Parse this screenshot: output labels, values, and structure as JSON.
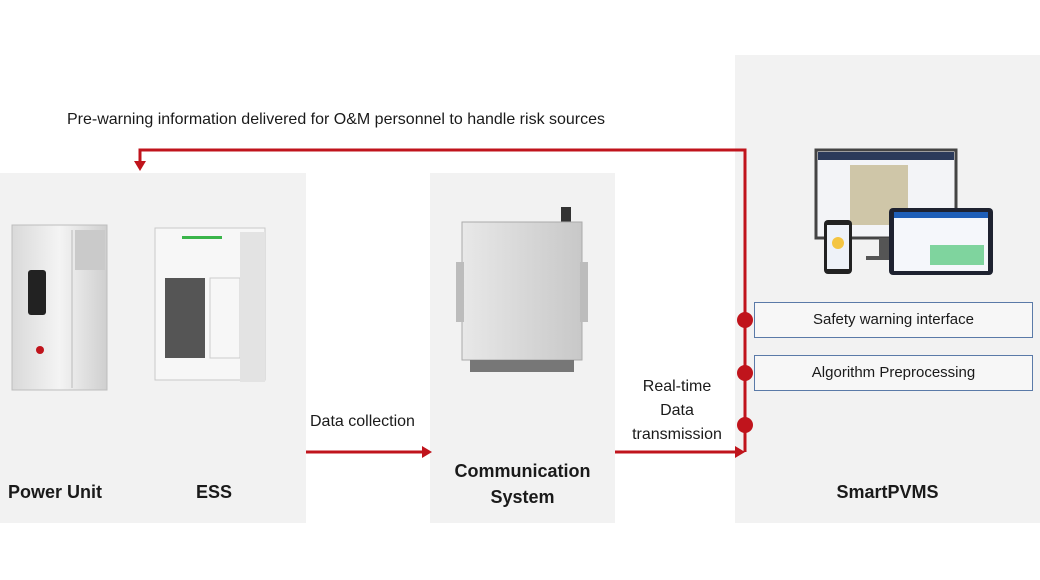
{
  "feedback_label": "Pre-warning information delivered for O&M personnel to handle risk sources",
  "left_panel": {
    "power_unit_label": "Power Unit",
    "ess_label": "ESS"
  },
  "data_collection_label": "Data collection",
  "comm_panel": {
    "label_line1": "Communication",
    "label_line2": "System"
  },
  "transmission_label": {
    "line1": "Real-time",
    "line2": "Data",
    "line3": "transmission"
  },
  "smartpvms_panel": {
    "label": "SmartPVMS",
    "boxes": [
      "Safety warning interface",
      "Algorithm Preprocessing"
    ]
  },
  "colors": {
    "arrow": "#c0141c",
    "panel": "#f2f2f2",
    "box_border": "#5a7aa8"
  }
}
